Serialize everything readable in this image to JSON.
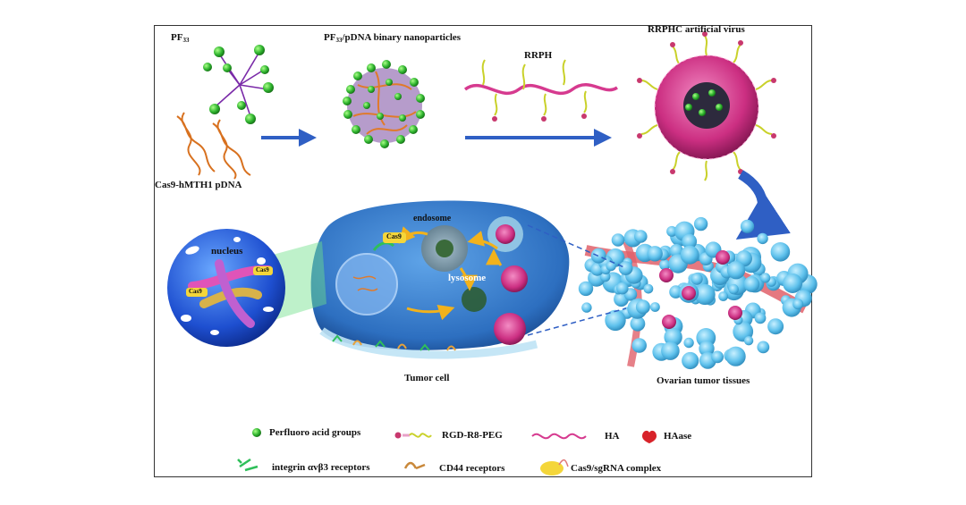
{
  "labels": {
    "pf33": "PF",
    "pf33_sub": "33",
    "binary_pre": "PF",
    "binary_sub": "33",
    "binary_post": "/pDNA binary nanoparticles",
    "rrph": "RRPH",
    "rrphc": "RRPHC artificial virus",
    "cas9_pdna": "Cas9-hMTH1 pDNA",
    "endosome": "endosome",
    "cas9_tag": "Cas9",
    "nucleus": "nucleus",
    "lysosome": "lysosome",
    "tumor_cell": "Tumor cell",
    "ovarian": "Ovarian tumor tissues",
    "nucleus_cas9_a": "Cas9",
    "nucleus_cas9_b": "Cas9"
  },
  "legend": {
    "perfluoro": "Perfluoro acid groups",
    "rgd": "RGD-R8-PEG",
    "ha": "HA",
    "haase": "HAase",
    "integrin": "integrin αvβ3 receptors",
    "cd44": "CD44 receptors",
    "cas9_sgrna": "Cas9/sgRNA complex"
  },
  "colors": {
    "green": "#3cbf3c",
    "magenta": "#d63a8f",
    "blue_arrow": "#2f5fc4",
    "cell_blue": "#3f86d8",
    "tissue_blue": "#6ec9ef",
    "vessel": "#e0606a",
    "dna_orange": "#e07a2a",
    "yellow_peg": "#c9d12a"
  }
}
